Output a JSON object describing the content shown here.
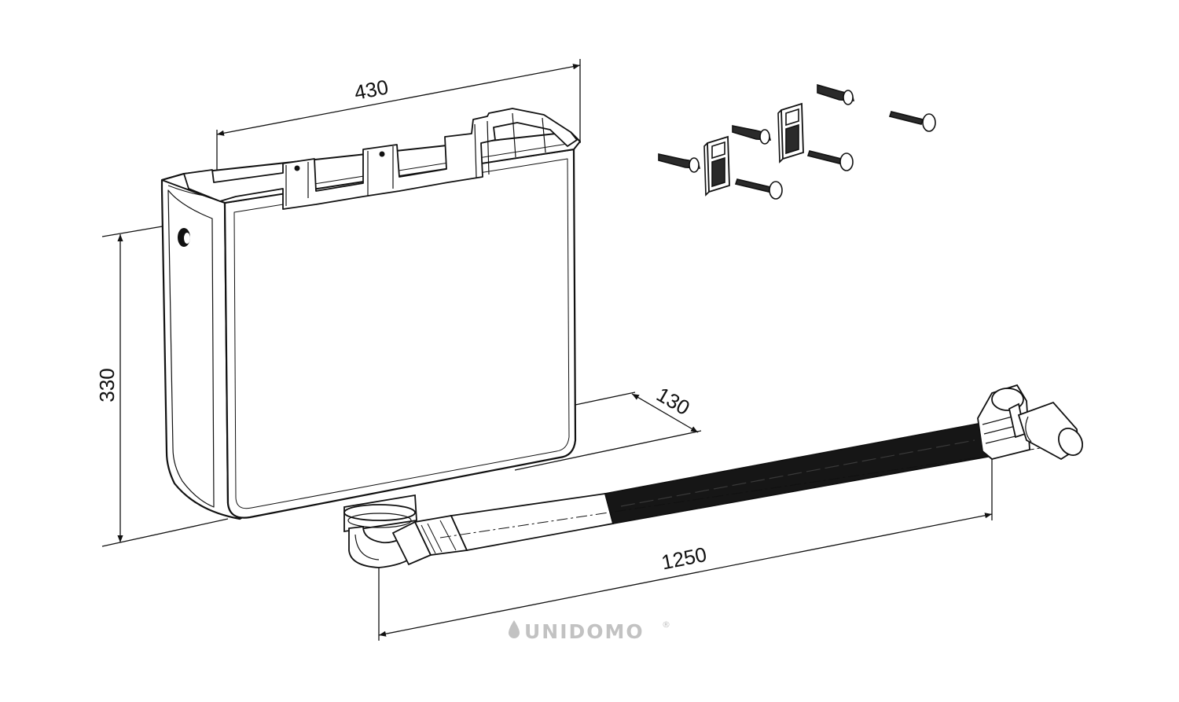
{
  "dimensions": {
    "width": "430",
    "height": "330",
    "depth": "130",
    "hose_length": "1250"
  },
  "brand": {
    "name": "UNIDOMO",
    "mark": "®",
    "color": "#c2c2c2"
  },
  "icons": {
    "brand_logo": "water-drop-icon"
  },
  "colors": {
    "line": "#111111",
    "background": "#ffffff",
    "hose": "#161616"
  }
}
